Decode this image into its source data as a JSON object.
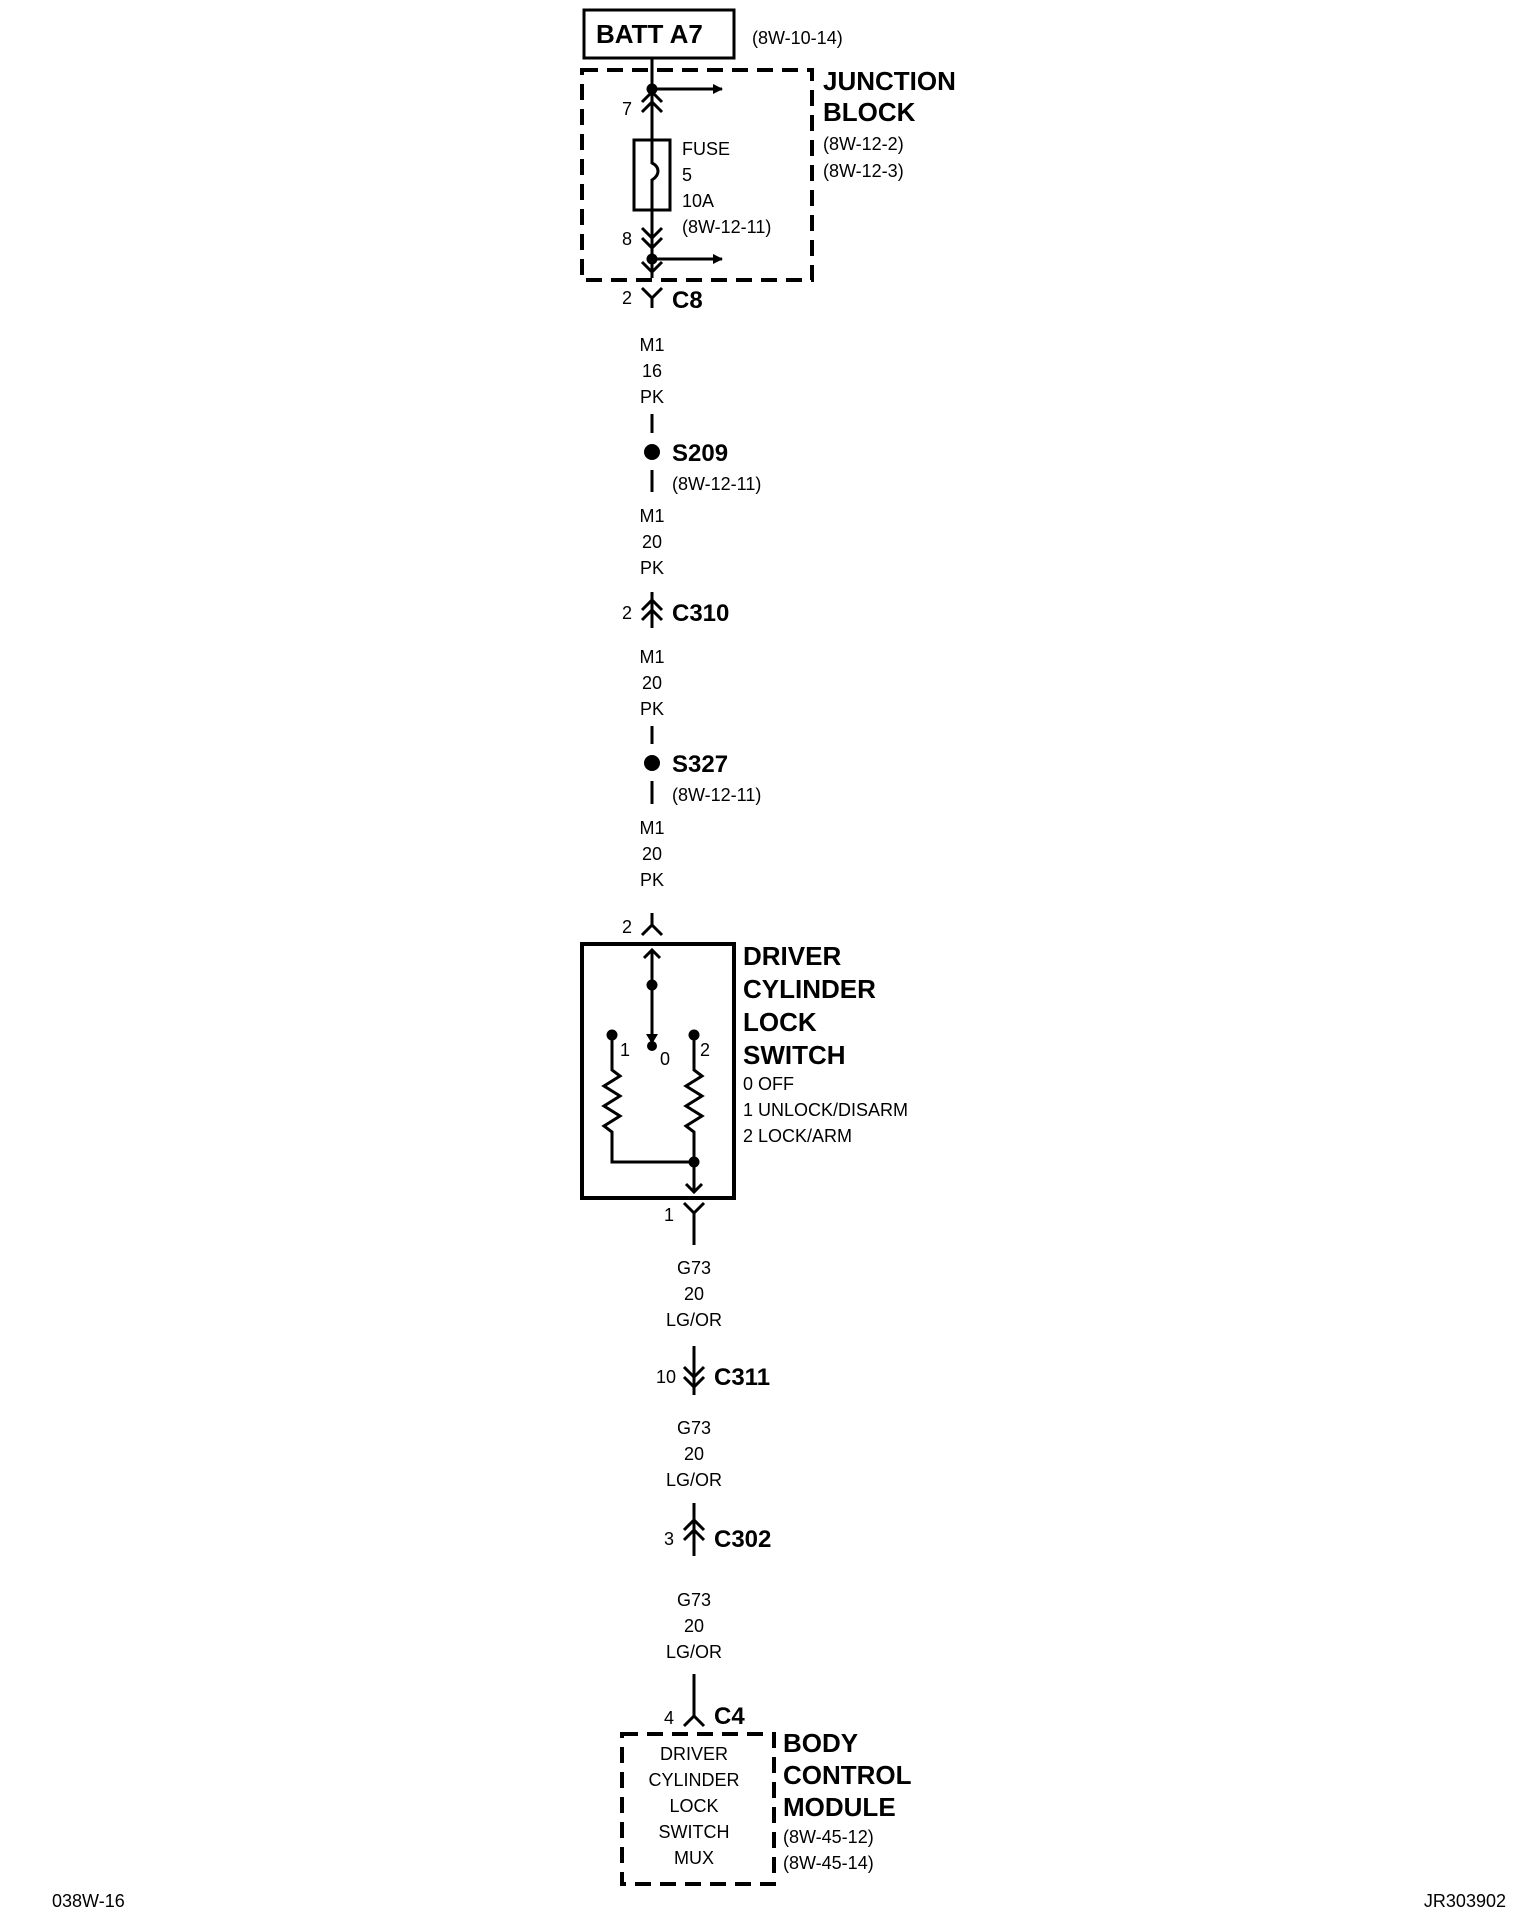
{
  "source": {
    "name": "BATT A7",
    "ref": "(8W-10-14)"
  },
  "junction_block": {
    "title_line1": "JUNCTION",
    "title_line2": "BLOCK",
    "ref1": "(8W-12-2)",
    "ref2": "(8W-12-3)",
    "pin_in": "7",
    "pin_out": "8",
    "fuse_label": "FUSE",
    "fuse_number": "5",
    "fuse_rating": "10A",
    "fuse_ref": "(8W-12-11)"
  },
  "c8": {
    "pin": "2",
    "name": "C8"
  },
  "wire1": {
    "circuit": "M1",
    "gauge": "16",
    "color": "PK"
  },
  "s209": {
    "name": "S209",
    "ref": "(8W-12-11)"
  },
  "wire2": {
    "circuit": "M1",
    "gauge": "20",
    "color": "PK"
  },
  "c310": {
    "pin": "2",
    "name": "C310"
  },
  "wire3": {
    "circuit": "M1",
    "gauge": "20",
    "color": "PK"
  },
  "s327": {
    "name": "S327",
    "ref": "(8W-12-11)"
  },
  "wire4": {
    "circuit": "M1",
    "gauge": "20",
    "color": "PK"
  },
  "switch": {
    "pin_in": "2",
    "pin_out": "1",
    "title_line1": "DRIVER",
    "title_line2": "CYLINDER",
    "title_line3": "LOCK",
    "title_line4": "SWITCH",
    "pos0": "0 OFF",
    "pos1": "1 UNLOCK/DISARM",
    "pos2": "2 LOCK/ARM",
    "contact1": "1",
    "contact0": "0",
    "contact2": "2"
  },
  "wire5": {
    "circuit": "G73",
    "gauge": "20",
    "color": "LG/OR"
  },
  "c311": {
    "pin": "10",
    "name": "C311"
  },
  "wire6": {
    "circuit": "G73",
    "gauge": "20",
    "color": "LG/OR"
  },
  "c302": {
    "pin": "3",
    "name": "C302"
  },
  "wire7": {
    "circuit": "G73",
    "gauge": "20",
    "color": "LG/OR"
  },
  "c4": {
    "pin": "4",
    "name": "C4"
  },
  "bcm": {
    "title_line1": "BODY",
    "title_line2": "CONTROL",
    "title_line3": "MODULE",
    "ref1": "(8W-45-12)",
    "ref2": "(8W-45-14)",
    "inner_line1": "DRIVER",
    "inner_line2": "CYLINDER",
    "inner_line3": "LOCK",
    "inner_line4": "SWITCH",
    "inner_line5": "MUX"
  },
  "footer": {
    "left": "038W-16",
    "right": "JR303902"
  }
}
